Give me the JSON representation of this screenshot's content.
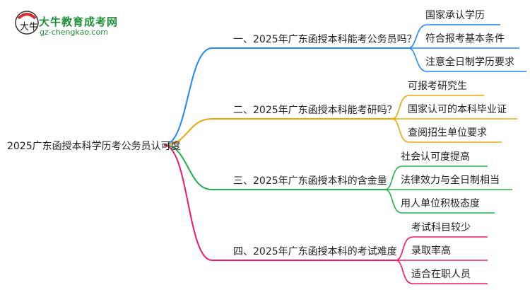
{
  "logo": {
    "title": "大牛教育成考网",
    "url": "gz-chengkao.com",
    "mark": "大牛"
  },
  "root": "2025广东函授本科学历考公务员认可度",
  "colors": [
    "#1e88ff",
    "#f0a500",
    "#1fb34a",
    "#f0166e"
  ],
  "branches": [
    {
      "label": "一、2025年广东函授本科能考公务员吗？",
      "children": [
        "国家承认学历",
        "符合报考基本条件",
        "注意全日制学历要求"
      ]
    },
    {
      "label": "二、2025年广东函授本科能考研吗？",
      "children": [
        "可报考研究生",
        "国家认可的本科毕业证",
        "查阅招生单位要求"
      ]
    },
    {
      "label": "三、2025年广东函授本科的含金量",
      "children": [
        "社会认可度提高",
        "法律效力与全日制相当",
        "用人单位积极态度"
      ]
    },
    {
      "label": "四、2025年广东函授本科的考试难度",
      "children": [
        "考试科目较少",
        "录取率高",
        "适合在职人员"
      ]
    }
  ]
}
